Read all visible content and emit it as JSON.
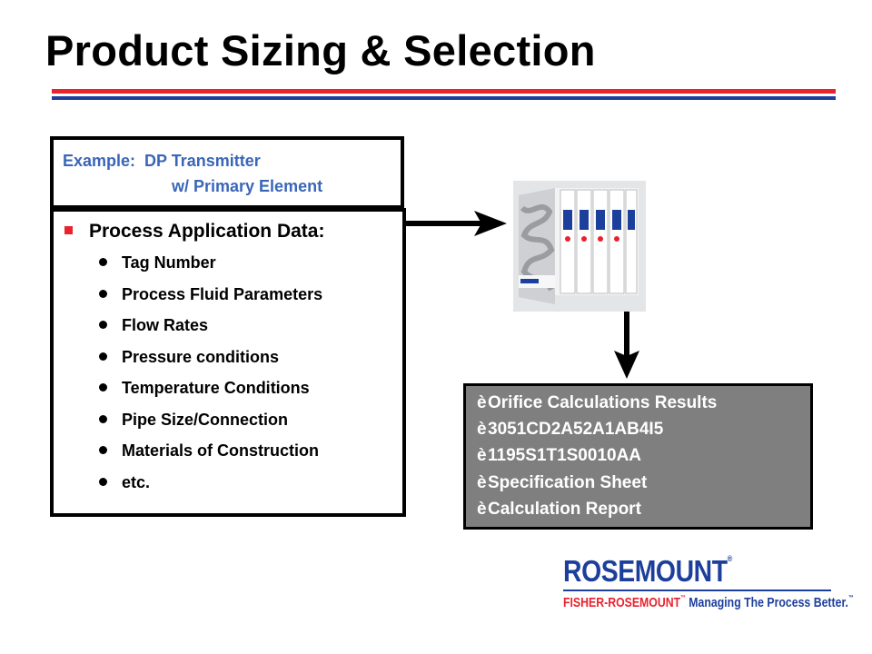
{
  "slide": {
    "title": "Product Sizing & Selection"
  },
  "example": {
    "line1": "Example:  DP Transmitter",
    "line2": "w/ Primary Element"
  },
  "process": {
    "heading": "Process Application Data:",
    "items": [
      "Tag Number",
      "Process Fluid Parameters",
      "Flow Rates",
      "Pressure conditions",
      "Temperature Conditions",
      "Pipe Size/Connection",
      "Materials of Construction",
      "etc."
    ]
  },
  "results": {
    "arrow_glyph": "è",
    "items": [
      "Orifice Calculations Results",
      "3051CD2A52A1AB4I5",
      "1195S1T1S0010AA",
      "Specification Sheet",
      "Calculation Report"
    ]
  },
  "logo": {
    "brand": "ROSEMOUNT",
    "registered": "®",
    "company": "FISHER-ROSEMOUNT",
    "company_tm": "™",
    "slogan": "Managing The Process Better.",
    "slogan_tm": "™"
  },
  "colors": {
    "title": "#000000",
    "accent_red": "#e8222e",
    "accent_blue": "#1d3f9c",
    "example_text": "#3a66b8",
    "results_bg": "#7f7f7f"
  },
  "icons": {
    "bullet_primary": "red-square-bullet-icon",
    "bullet_secondary": "black-dot-bullet-icon",
    "result_bullet": "right-arrow-icon"
  }
}
